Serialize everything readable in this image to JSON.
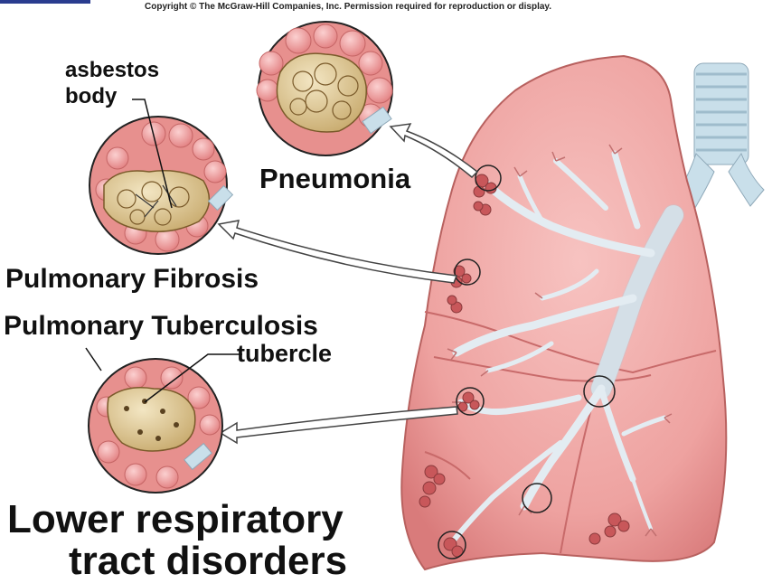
{
  "copyright": "Copyright © The McGraw-Hill Companies, Inc. Permission required for reproduction or display.",
  "labels": {
    "asbestos": "asbestos",
    "body": "body",
    "pneumonia": "Pneumonia",
    "pulmonary_fibrosis": "Pulmonary Fibrosis",
    "pulmonary_tuberculosis": "Pulmonary Tuberculosis",
    "tubercle": "tubercle"
  },
  "title": {
    "line1": "Lower respiratory",
    "line2": "tract disorders"
  },
  "colors": {
    "lung": "#f0a5a5",
    "lung_dark": "#c96a6a",
    "alveoli": "#f39a9a",
    "bronchi": "#dce6ee",
    "trachea": "#c9dfea",
    "infected": "#e8d3a6",
    "accent_corner": "#2a3c8f"
  }
}
